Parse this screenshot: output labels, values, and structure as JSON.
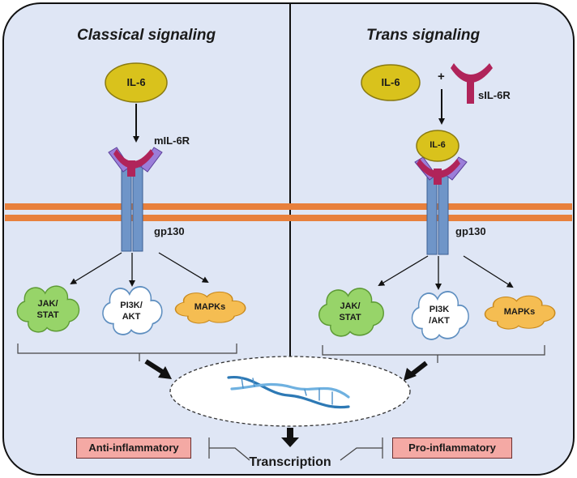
{
  "panels": {
    "left_title": "Classical signaling",
    "right_title": "Trans signaling"
  },
  "left": {
    "ligand": "IL-6",
    "receptor": "mIL-6R",
    "gp130": "gp130",
    "pathways": {
      "jak": [
        "JAK/",
        "STAT"
      ],
      "pi3k": [
        "PI3K/",
        "AKT"
      ],
      "mapk": "MAPKs"
    }
  },
  "right": {
    "ligand": "IL-6",
    "plus": "+",
    "soluble_receptor": "sIL-6R",
    "bound_ligand": "IL-6",
    "gp130": "gp130",
    "pathways": {
      "jak": [
        "JAK/",
        "STAT"
      ],
      "pi3k": [
        "PI3K",
        "/AKT"
      ],
      "mapk": "MAPKs"
    }
  },
  "outcomes": {
    "left": "Anti-inflammatory",
    "right": "Pro-inflammatory",
    "center": "Transcription"
  },
  "colors": {
    "panel_fill": "#dfe6f5",
    "membrane": "#e8803c",
    "il6": "#d9c21c",
    "receptor": "#b0245a",
    "gp130": "#6f95c8",
    "jak_cloud": "#97d469",
    "mapk_cloud": "#f5bd52",
    "pi3k_cloud": "#ffffff",
    "outcome_box": "#f4a9a4",
    "dna": "#2d79b5"
  }
}
